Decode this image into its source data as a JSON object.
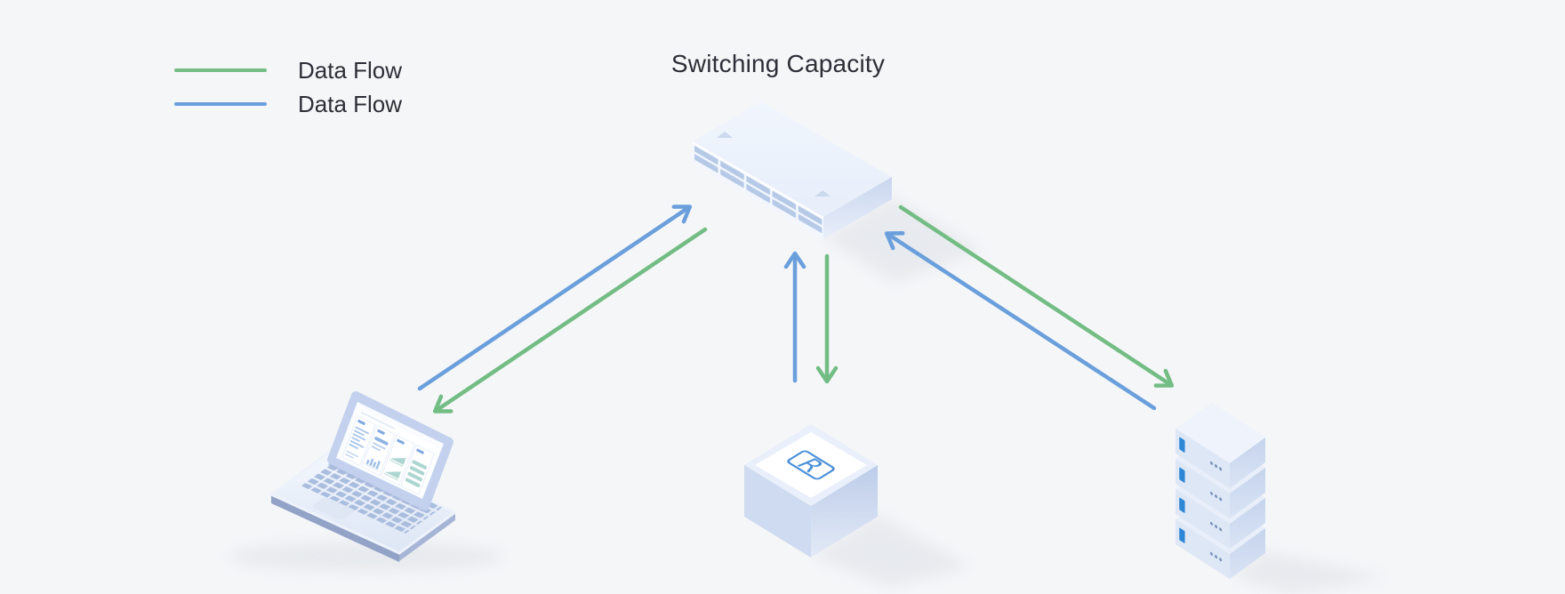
{
  "title": "Switching Capacity",
  "legend": {
    "items": [
      {
        "label": "Data Flow",
        "color_key": "arrow_green"
      },
      {
        "label": "Data Flow",
        "color_key": "arrow_blue"
      }
    ]
  },
  "router": {
    "label": "R"
  },
  "colors": {
    "background": "#f5f6f8",
    "text": "#2c2f36",
    "arrow_green": "#73bd84",
    "arrow_blue": "#6a9fdc",
    "accent_blue": "#4a90d9",
    "led_blue": "#2e86d6",
    "device_top": "#edf2fb",
    "device_side_light": "#dde7f6",
    "device_side_dark": "#c5d3ec",
    "vent_slot": "#b6cae8"
  },
  "diagram": {
    "nodes": [
      {
        "id": "switch"
      },
      {
        "id": "laptop"
      },
      {
        "id": "router"
      },
      {
        "id": "server"
      }
    ],
    "edges": [
      {
        "from": "laptop",
        "to": "switch",
        "color": "blue"
      },
      {
        "from": "switch",
        "to": "laptop",
        "color": "green"
      },
      {
        "from": "router",
        "to": "switch",
        "color": "blue"
      },
      {
        "from": "switch",
        "to": "router",
        "color": "green"
      },
      {
        "from": "server",
        "to": "switch",
        "color": "blue"
      },
      {
        "from": "switch",
        "to": "server",
        "color": "green"
      }
    ]
  }
}
